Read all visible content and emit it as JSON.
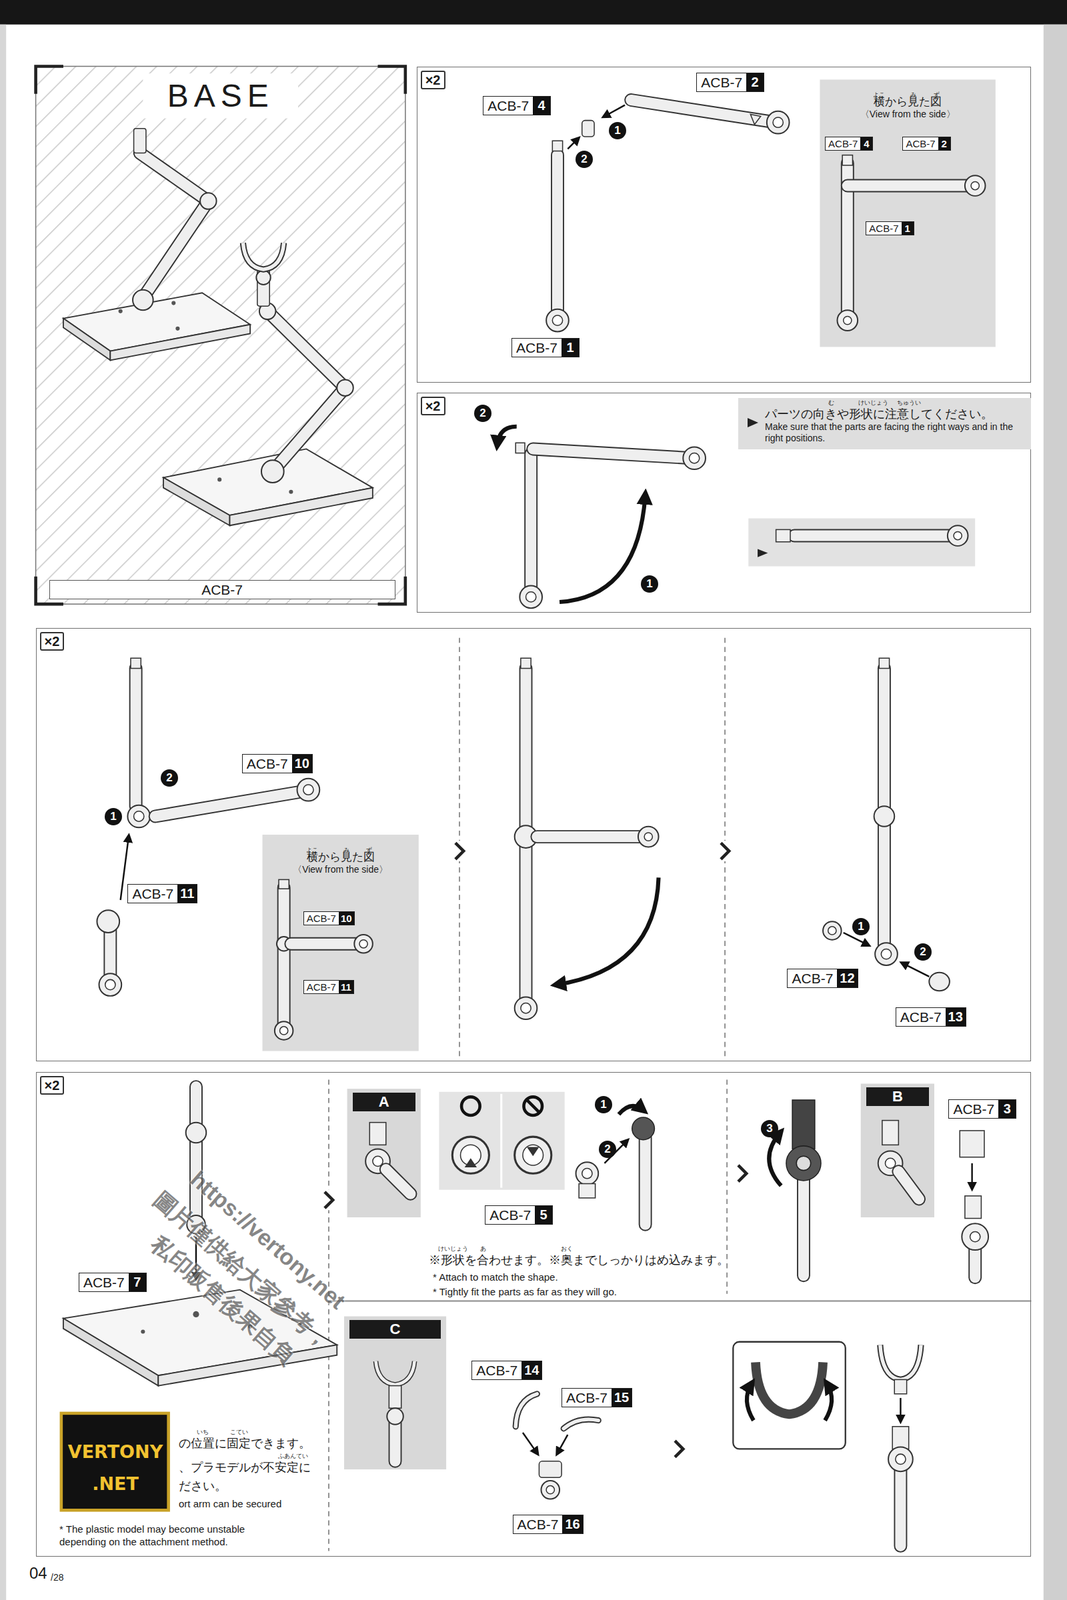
{
  "diagram": {
    "nodes": [
      {
        "text": [
          "BASE",
          "ACB-7"
        ]
      },
      {
        "text": [
          "×2"
        ]
      },
      {
        "text": [
          "ACB-7",
          "4"
        ],
        "in": 1
      },
      {
        "text": [
          "ACB-7",
          "2"
        ],
        "in": 1
      },
      {
        "text": [
          "ACB-7",
          "1"
        ],
        "in": 1
      },
      {
        "text": [
          "横から見た図",
          "〈View from the side〉"
        ],
        "in": 1
      },
      {
        "text": [
          "ACB-7",
          "4"
        ],
        "in": 5
      },
      {
        "text": [
          "ACB-7",
          "2"
        ],
        "in": 5
      },
      {
        "text": [
          "ACB-7",
          "1"
        ],
        "in": 5
      },
      {
        "text": [
          "×2"
        ]
      },
      {
        "text": [
          "パーツの向きや形状に注意してください。",
          "Make sure that the parts are facing the right ways and in the right positions."
        ],
        "in": 9
      },
      {
        "text": [
          "×2"
        ]
      },
      {
        "text": [
          "ACB-7",
          "10"
        ],
        "in": 11
      },
      {
        "text": [
          "ACB-7",
          "11"
        ],
        "in": 11
      },
      {
        "text": [
          "横から見た図",
          "〈View from the side〉"
        ],
        "in": 11
      },
      {
        "text": [
          "ACB-7",
          "10"
        ],
        "in": 14
      },
      {
        "text": [
          "ACB-7",
          "11"
        ],
        "in": 14
      },
      {
        "text": [
          "ACB-7",
          "12"
        ],
        "in": 11
      },
      {
        "text": [
          "ACB-7",
          "13"
        ],
        "in": 11
      },
      {
        "text": [
          "×2"
        ]
      },
      {
        "text": [
          "ACB-7",
          "7"
        ],
        "in": 19
      },
      {
        "text": [
          "A"
        ],
        "in": 19
      },
      {
        "text": [
          "ACB-7",
          "5"
        ],
        "in": 19
      },
      {
        "text": [
          "B"
        ],
        "in": 19
      },
      {
        "text": [
          "ACB-7",
          "3"
        ],
        "in": 19
      },
      {
        "text": [
          "C"
        ],
        "in": 19
      },
      {
        "text": [
          "ACB-7",
          "14"
        ],
        "in": 19
      },
      {
        "text": [
          "ACB-7",
          "15"
        ],
        "in": 19
      },
      {
        "text": [
          "ACB-7",
          "16"
        ],
        "in": 19
      }
    ],
    "labels": [
      "1",
      "2",
      "よこ",
      "み",
      "ず",
      "2",
      "1",
      "む",
      "けいじょう",
      "ちゅうい",
      "1",
      "2",
      "よこ",
      "み",
      "ず",
      "1",
      "2",
      "1",
      "2",
      "3",
      "けいじょう",
      "あ",
      "おく",
      "※形状を合わせます。※奥までしっかりはめ込みます。",
      "* Attach to match the shape.",
      "* Tightly fit the parts as far as they will go.",
      "いち",
      "こてい",
      "の位置に固定できます。",
      "ふあんてい",
      "、プラモデルが不安定に",
      "ださい。",
      "ort arm can be secured",
      "* The plastic model may become unstable depending on the attachment method.",
      "VERTONY",
      ".NET",
      "https://vertony.net",
      "圖片僅供給大家參考，",
      "私印販售後果自負",
      "04",
      "/28"
    ]
  }
}
